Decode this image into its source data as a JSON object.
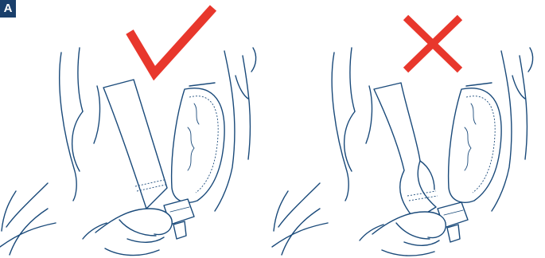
{
  "step": {
    "label": "A"
  },
  "colors": {
    "ink": "#1a4a7a",
    "badge": "#1a3f6b",
    "mark": "#e8372c"
  },
  "panels": [
    {
      "verdict_icon": "check-mark-icon",
      "meaning": "correct"
    },
    {
      "verdict_icon": "cross-mark-icon",
      "meaning": "incorrect"
    }
  ]
}
